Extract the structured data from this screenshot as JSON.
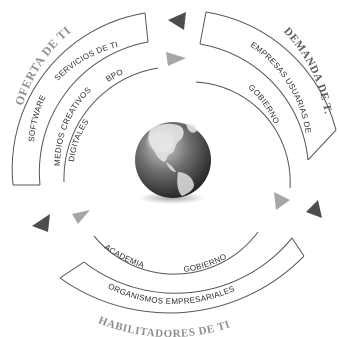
{
  "sections": {
    "offer": {
      "heading": "OFERTA DE TI",
      "items": [
        "SOFTWARE",
        "SERVICIOS DE TI",
        "MEDIOS CREATIVOS",
        "DIGITALES",
        "BPO"
      ]
    },
    "demand": {
      "heading": "DEMANDA DE T.",
      "items": [
        "EMPRESAS USUARIAS DE TI",
        "GOBIERNO"
      ]
    },
    "enablers": {
      "heading": "HABILITADORES DE TI",
      "items": [
        "ACADEMIA",
        "GOBIERNO",
        "ORGANISMOS EMPRESARIALES"
      ]
    }
  },
  "colors": {
    "arrow_dark": "#4d4d4d",
    "arrow_light": "#a6a6a6",
    "ocean": "#5c5c5c",
    "land": "#e6e6e6"
  },
  "center_icon": "globe-icon"
}
